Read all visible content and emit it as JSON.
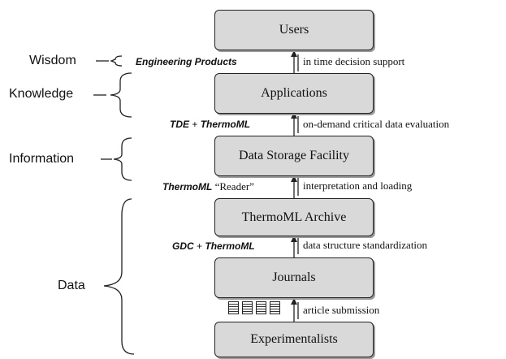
{
  "boxes": {
    "users": "Users",
    "applications": "Applications",
    "data_storage": "Data Storage Facility",
    "archive": "ThermoML Archive",
    "journals": "Journals",
    "experimentalists": "Experimentalists"
  },
  "tiers": {
    "wisdom": "Wisdom",
    "knowledge": "Knowledge",
    "information": "Information",
    "data": "Data"
  },
  "links": {
    "l1": {
      "left": "Engineering Products",
      "right": "in time decision support"
    },
    "l2": {
      "left_a": "TDE",
      "plus": " + ",
      "left_b": "ThermoML",
      "right": "on-demand critical data evaluation"
    },
    "l3": {
      "left_a": "ThermoML",
      "left_b": " “Reader”",
      "right": "interpretation and loading"
    },
    "l4": {
      "left_a": "GDC",
      "plus": " + ",
      "left_b": "ThermoML",
      "right": "data structure standardization"
    },
    "l5": {
      "left_icon": "article-documents-icon",
      "right": "article submission"
    }
  }
}
